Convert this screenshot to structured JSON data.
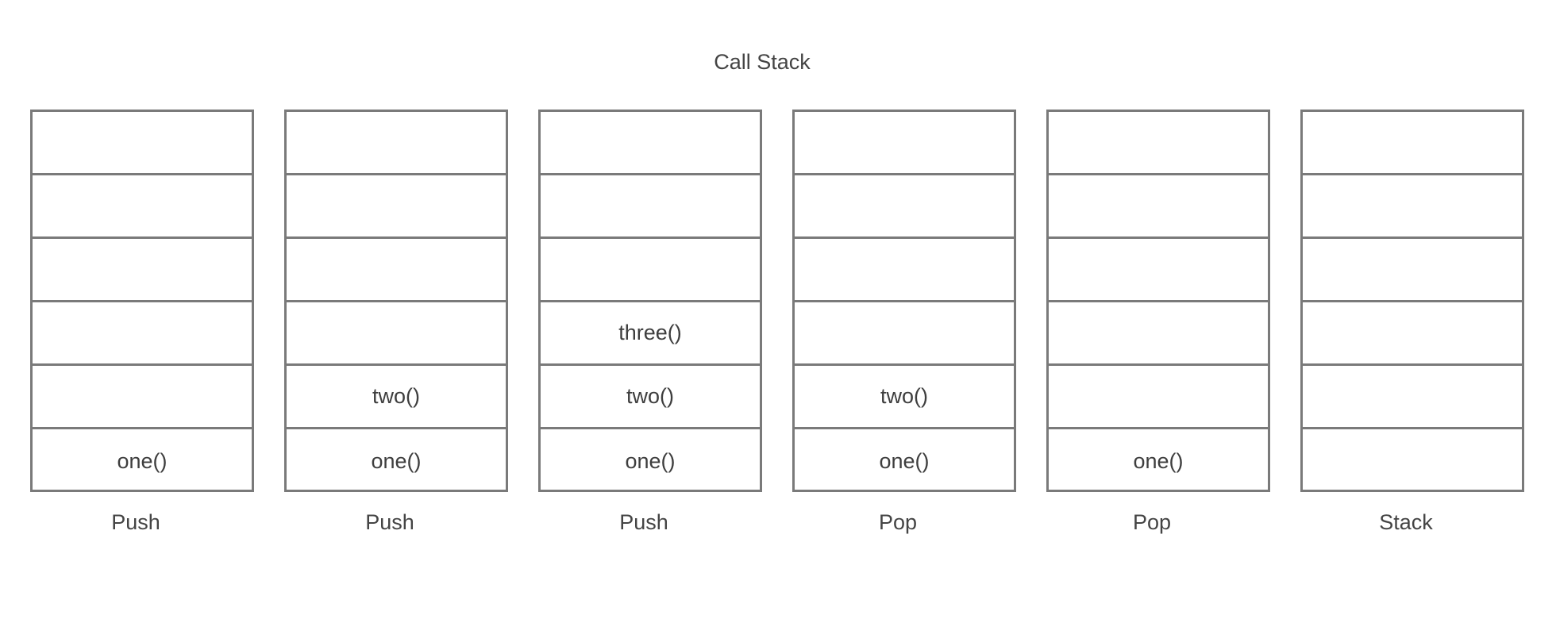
{
  "title": "Call Stack",
  "columns": [
    {
      "caption": "Push",
      "frames": [
        "",
        "",
        "",
        "",
        "",
        "one()"
      ]
    },
    {
      "caption": "Push",
      "frames": [
        "",
        "",
        "",
        "",
        "two()",
        "one()"
      ]
    },
    {
      "caption": "Push",
      "frames": [
        "",
        "",
        "",
        "three()",
        "two()",
        "one()"
      ]
    },
    {
      "caption": "Pop",
      "frames": [
        "",
        "",
        "",
        "",
        "two()",
        "one()"
      ]
    },
    {
      "caption": "Pop",
      "frames": [
        "",
        "",
        "",
        "",
        "",
        "one()"
      ]
    },
    {
      "caption": "Stack",
      "frames": [
        "",
        "",
        "",
        "",
        "",
        ""
      ]
    }
  ],
  "colors": {
    "border": "#7a7a7a",
    "text": "#444444",
    "background": "#ffffff"
  }
}
